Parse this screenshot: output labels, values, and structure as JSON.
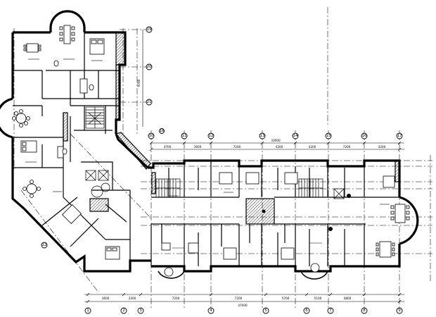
{
  "plan": {
    "axes_bottom": [
      "1",
      "2",
      "3",
      "4",
      "5",
      "6",
      "7",
      "8",
      "9"
    ],
    "axes_top": [
      "10",
      "11",
      "12",
      "13",
      "14",
      "15",
      "16",
      "17",
      "18"
    ],
    "axes_right": [
      "19",
      "20",
      "21"
    ],
    "axis_left": "22",
    "dimensions_top": [
      "4700",
      "3600",
      "7200",
      "4200",
      "4200",
      "7200",
      "4200",
      "33900"
    ],
    "dimensions_bottom": [
      "3600",
      "3300",
      "7200",
      "7200",
      "5700",
      "5100",
      "4800",
      "47000"
    ],
    "dimension_right": "9700"
  }
}
